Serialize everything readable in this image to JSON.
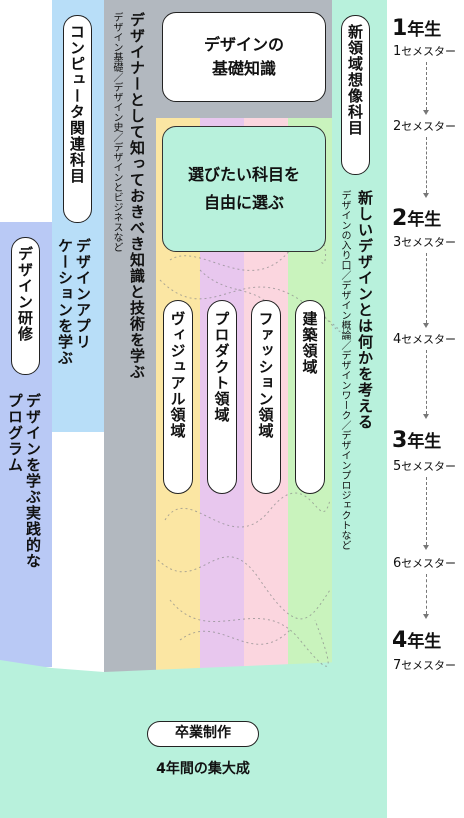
{
  "colors": {
    "kenshu": "#b9c9f5",
    "computer": "#b8def8",
    "designer": "#b2b8bf",
    "new": "#b8f1dc",
    "visual": "#fbe6a3",
    "product": "#e8c7ee",
    "fashion": "#fbd6df",
    "architecture": "#c9f3bd"
  },
  "columns": {
    "kenshu": {
      "title": "デザイン研修",
      "desc_line1": "デザインを学ぶ実践的な",
      "desc_line2": "プログラム"
    },
    "computer": {
      "title": "コンピュータ関連科目",
      "desc_line1": "デザインアプリ",
      "desc_line2": "ケーションを学ぶ"
    },
    "designer": {
      "title": "デザイナーとして知っておきべき知識と技術を学ぶ",
      "sub": "デザイン基礎／デザイン史／デザインとビジネスなど"
    },
    "new": {
      "title": "新領域想像科目",
      "desc": "新しいデザインとは何かを考える",
      "sub": "デザインの入り口／デザイン概論／デザインワーク／デザインプロジェクトなど"
    }
  },
  "center": {
    "kiso_line1": "デザインの",
    "kiso_line2": "基礎知識",
    "choose_line1": "選びたい科目を",
    "choose_line2": "自由に選ぶ",
    "fields": [
      "ヴィジュアル領域",
      "プロダクト領域",
      "ファッション領域",
      "建築領域"
    ]
  },
  "bottom": {
    "sotsu": "卒業制作",
    "sub": "4年間の集大成"
  },
  "timeline": {
    "years": [
      {
        "num": "1",
        "kanji": "年生",
        "sem": "1",
        "sem_label": "セメスター"
      },
      {
        "num": "2",
        "kanji": "年生",
        "sem": "3",
        "sem_label": "セメスター"
      },
      {
        "num": "3",
        "kanji": "年生",
        "sem": "5",
        "sem_label": "セメスター"
      },
      {
        "num": "4",
        "kanji": "年生",
        "sem": "7",
        "sem_label": "セメスター"
      }
    ],
    "mid_semesters": [
      {
        "sem": "2",
        "sem_label": "セメスター"
      },
      {
        "sem": "4",
        "sem_label": "セメスター"
      },
      {
        "sem": "6",
        "sem_label": "セメスター"
      }
    ]
  }
}
